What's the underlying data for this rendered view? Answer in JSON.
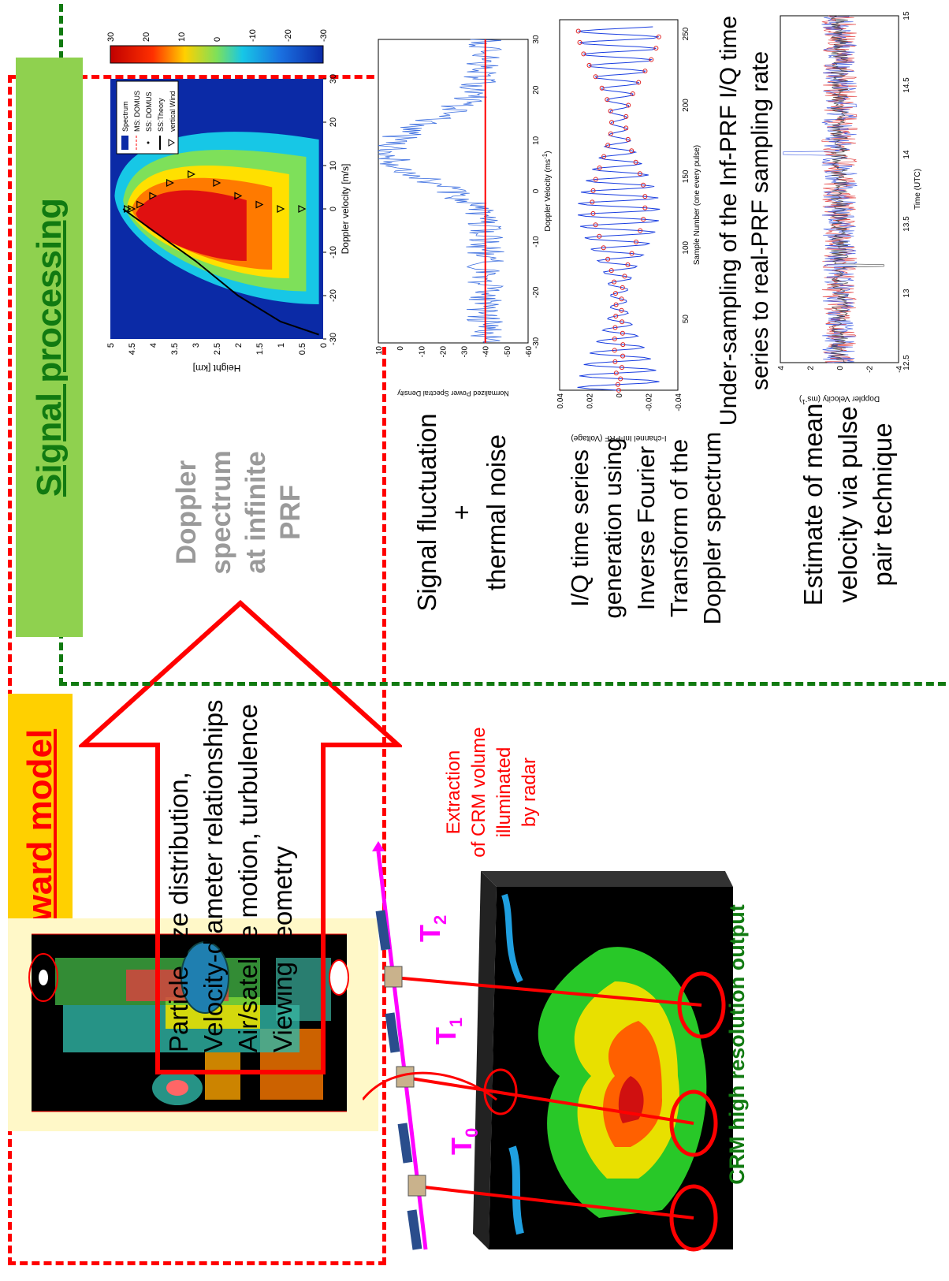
{
  "forward_model": {
    "title": "Forward model",
    "arrow_lines": [
      "Particle size distribution,",
      "Velocity-diameter relationships",
      "Air/satellite motion, turbulence",
      "Viewing geometry"
    ],
    "extraction_lines": [
      "Extraction",
      "of CRM volume",
      "illuminated",
      "by radar"
    ],
    "crm_caption": "CRM high resolution output",
    "times": [
      {
        "base": "T",
        "sub": "0"
      },
      {
        "base": "T",
        "sub": "1"
      },
      {
        "base": "T",
        "sub": "2"
      }
    ]
  },
  "signal_processing": {
    "title": "Signal processing",
    "doppler_label_lines": [
      "Doppler",
      "spectrum",
      "at infinite",
      "PRF"
    ],
    "step2_lines": [
      "Signal fluctuation",
      "+",
      "thermal noise"
    ],
    "step3_lines": [
      "I/Q time series",
      "generation using",
      "Inverse Fourier",
      "Transform of the",
      "Doppler spectrum"
    ],
    "step4_lines": [
      "Under-sampling of the Inf-PRF I/Q time",
      "series to real-PRF sampling rate"
    ],
    "step5_lines": [
      "Estimate of mean",
      "velocity via pulse",
      "pair technique"
    ]
  },
  "colors": {
    "forward_dash": "#ff0000",
    "signal_dash": "#117a11",
    "signal_title_bg": "#8fd14f",
    "forward_title_bg": "#ffd000",
    "forward_title_text": "#ff0000",
    "signal_title_text": "#117a11",
    "doppler_label": "#9a9a9a",
    "extraction_text": "#ff0000",
    "time_labels": "#ff00ff",
    "crm_caption": "#117a11"
  },
  "chart_data": [
    {
      "type": "heatmap",
      "title": "",
      "xlabel": "Doppler velocity [m/s]",
      "ylabel": "Height [km]",
      "xlim": [
        -30,
        30
      ],
      "ylim": [
        0,
        5
      ],
      "xticks": [
        "-30",
        "-20",
        "-10",
        "0",
        "10",
        "20",
        "30"
      ],
      "yticks": [
        "0",
        "0.5",
        "1",
        "1.5",
        "2",
        "2.5",
        "3",
        "3.5",
        "4",
        "4.5",
        "5"
      ],
      "colorbar": {
        "ticks": [
          "30",
          "20",
          "10",
          "0",
          "-10",
          "-20",
          "-30"
        ],
        "range": [
          -30,
          30
        ]
      },
      "legend": [
        "Spectrum",
        "MS: DOMUS",
        "SS: DOMUS",
        "SS:Theory",
        "vertical Wind"
      ],
      "legend_position": "top-right",
      "series": [
        {
          "name": "SS:Theory",
          "x": [
            0,
            -5,
            -12,
            -20,
            -26,
            -29
          ],
          "y": [
            4.7,
            4.0,
            3.0,
            2.0,
            1.0,
            0.1
          ]
        },
        {
          "name": "vertical Wind",
          "x": [
            0,
            0,
            1,
            3,
            6,
            8,
            6,
            3,
            1,
            0,
            0
          ],
          "y": [
            4.6,
            4.5,
            4.3,
            4.0,
            3.6,
            3.1,
            2.5,
            2.0,
            1.5,
            1.0,
            0.5
          ]
        }
      ]
    },
    {
      "type": "line",
      "title": "",
      "xlabel": "Doppler Velocity (ms",
      "xlabel_sup": "-1",
      "xlabel_end": ")",
      "ylabel": "Normalized Power Spectral Density",
      "xlim": [
        -30,
        30
      ],
      "ylim": [
        -60,
        10
      ],
      "xticks": [
        "-30",
        "-20",
        "-10",
        "0",
        "10",
        "20",
        "30"
      ],
      "yticks": [
        "10",
        "0",
        "-10",
        "-20",
        "-30",
        "-40",
        "-50",
        "-60"
      ],
      "noise_floor": -40
    },
    {
      "type": "line",
      "title": "",
      "xlabel": "Sample Number (one every pulse)",
      "ylabel": "I-channel Inf-PRF (Voltage)",
      "xlim": [
        0,
        260
      ],
      "ylim": [
        -0.04,
        0.04
      ],
      "xticks": [
        "50",
        "100",
        "150",
        "200",
        "250"
      ],
      "yticks": [
        "0.04",
        "0.02",
        "0",
        "-0.02",
        "-0.04"
      ]
    },
    {
      "type": "line",
      "title": "",
      "xlabel": "Time (UTC)",
      "ylabel": "Doppler Velocity (ms",
      "ylabel_sup": "-1",
      "ylabel_end": ")",
      "xlim": [
        12.5,
        15
      ],
      "ylim": [
        -4,
        4
      ],
      "xticks": [
        "12.5",
        "13",
        "13.5",
        "14",
        "14.5",
        "15"
      ],
      "yticks": [
        "4",
        "2",
        "0",
        "-2",
        "-4"
      ]
    }
  ]
}
